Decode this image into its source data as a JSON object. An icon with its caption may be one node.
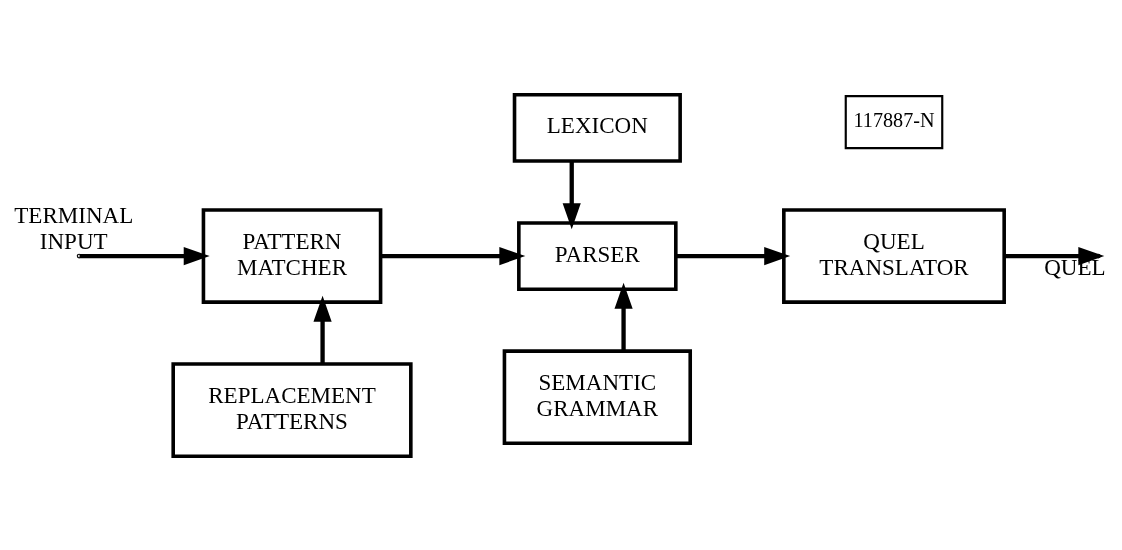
{
  "diagram": {
    "nodes": [
      {
        "text": [
          "LEXICON"
        ]
      },
      {
        "text": [
          "PATTERN MATCHER"
        ]
      },
      {
        "text": [
          "PARSER"
        ]
      },
      {
        "text": [
          "QUEL TRANSLATOR"
        ]
      },
      {
        "text": [
          "REPLACEMENT PATTERNS"
        ]
      },
      {
        "text": [
          "SEMANTIC GRAMMAR"
        ]
      }
    ],
    "edges": [
      {
        "from": null,
        "to": 1,
        "arrow": "to",
        "label": "TERMINAL INPUT"
      },
      {
        "from": 1,
        "to": 2,
        "arrow": "to"
      },
      {
        "from": 0,
        "to": 2,
        "arrow": "to"
      },
      {
        "from": 2,
        "to": 3,
        "arrow": "to"
      },
      {
        "from": 3,
        "to": null,
        "arrow": "to",
        "label": "QUEL"
      },
      {
        "from": 4,
        "to": 1,
        "arrow": "to"
      },
      {
        "from": 5,
        "to": 2,
        "arrow": "to"
      }
    ],
    "labels": [
      "117887-N"
    ]
  }
}
